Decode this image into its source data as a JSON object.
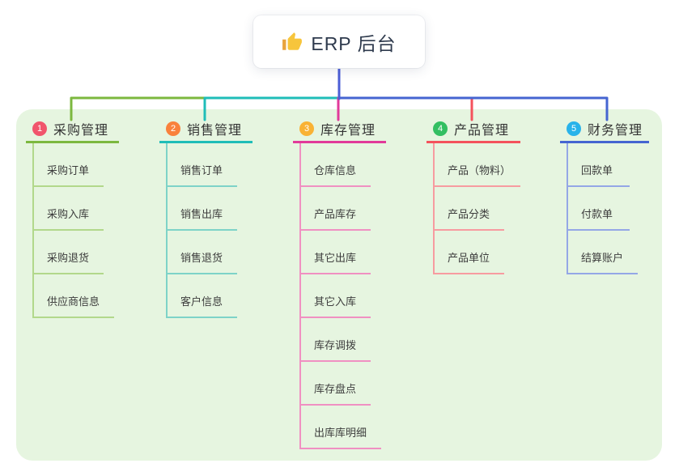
{
  "root": {
    "label": "ERP 后台",
    "icon": "thumbs-up"
  },
  "canvas": {
    "background": "#e6f5e0"
  },
  "connector": {
    "root_line_color": "#4b5ed6"
  },
  "branches": [
    {
      "number": "1",
      "label": "采购管理",
      "badge_color": "#f1556c",
      "line_color": "#7cb83f",
      "item_line_color": "#b2d88b",
      "items": [
        "采购订单",
        "采购入库",
        "采购退货",
        "供应商信息"
      ]
    },
    {
      "number": "2",
      "label": "销售管理",
      "badge_color": "#f9813c",
      "line_color": "#1fbdb8",
      "item_line_color": "#7ed3c8",
      "items": [
        "销售订单",
        "销售出库",
        "销售退货",
        "客户信息"
      ]
    },
    {
      "number": "3",
      "label": "库存管理",
      "badge_color": "#f9b234",
      "line_color": "#e13a9a",
      "item_line_color": "#f090c2",
      "items": [
        "仓库信息",
        "产品库存",
        "其它出库",
        "其它入库",
        "库存调拨",
        "库存盘点",
        "出库库明细"
      ]
    },
    {
      "number": "4",
      "label": "产品管理",
      "badge_color": "#33bf62",
      "line_color": "#f4525c",
      "item_line_color": "#f79ba0",
      "items": [
        "产品（物料）",
        "产品分类",
        "产品单位"
      ]
    },
    {
      "number": "5",
      "label": "财务管理",
      "badge_color": "#29b3ea",
      "line_color": "#4565d1",
      "item_line_color": "#94a7e6",
      "items": [
        "回款单",
        "付款单",
        "结算账户"
      ]
    }
  ]
}
